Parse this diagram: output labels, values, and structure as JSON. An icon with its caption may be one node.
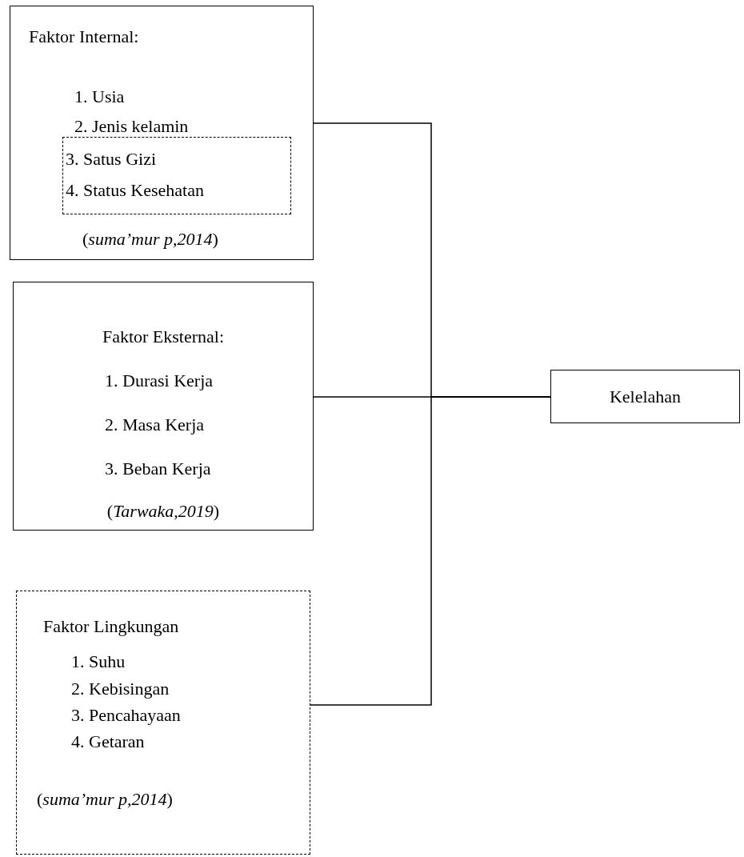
{
  "diagram": {
    "nodes": [
      {
        "text": [
          "Faktor Internal:",
          "1. Usia",
          "2. Jenis kelamin",
          "(*suma’mur p,2014*)"
        ]
      },
      {
        "text": [
          "3. Satus Gizi",
          "4. Status Kesehatan"
        ],
        "in": 0
      },
      {
        "text": [
          "Faktor Eksternal:",
          "1. Durasi Kerja",
          "2. Masa Kerja",
          "3. Beban Kerja",
          "(*Tarwaka,2019*)"
        ]
      },
      {
        "text": [
          "Faktor Lingkungan",
          "1. Suhu",
          "2. Kebisingan",
          "3. Pencahayaan",
          "4. Getaran",
          "(*suma’mur p,2014*)"
        ]
      },
      {
        "text": [
          "Kelelahan"
        ]
      }
    ],
    "edges": [
      {
        "from": 0,
        "to": 4,
        "arrow": "none"
      },
      {
        "from": 2,
        "to": 4,
        "arrow": "none"
      },
      {
        "from": 3,
        "to": 4,
        "arrow": "none"
      }
    ]
  }
}
